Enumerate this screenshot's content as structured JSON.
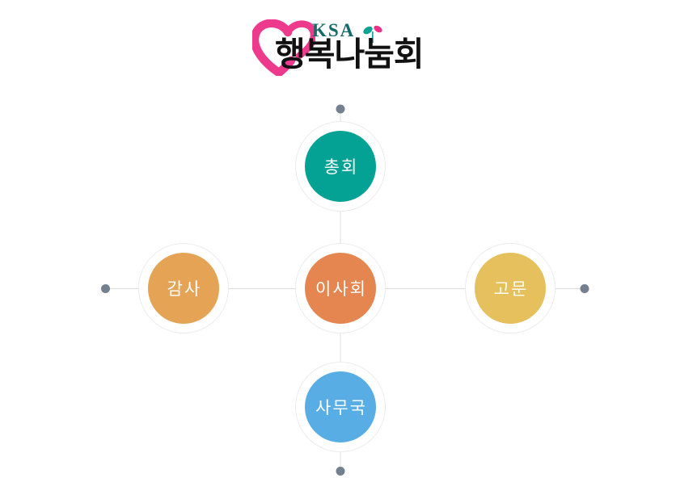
{
  "logo": {
    "ksa_label": "KSA",
    "org_name": "행복나눔회",
    "heart_color": "#ee3a8c",
    "ksa_color": "#156a6a",
    "org_name_color": "#111111",
    "sprout_stem_color": "#0aa396",
    "sprout_leaf_left_color": "#0aa396",
    "sprout_leaf_right_color": "#ee2f87"
  },
  "org_chart": {
    "connector_color": "#dcdcdc",
    "endpoint_dot_color": "#72808f",
    "node_ring_color": "#ececec",
    "nodes": [
      {
        "id": "general-assembly",
        "label": "총회",
        "color": "#04a295"
      },
      {
        "id": "board-of-directors",
        "label": "이사회",
        "color": "#e5854f"
      },
      {
        "id": "auditor",
        "label": "감사",
        "color": "#e4a355"
      },
      {
        "id": "advisor",
        "label": "고문",
        "color": "#e5c05c"
      },
      {
        "id": "secretariat",
        "label": "사무국",
        "color": "#58ade4"
      }
    ]
  }
}
